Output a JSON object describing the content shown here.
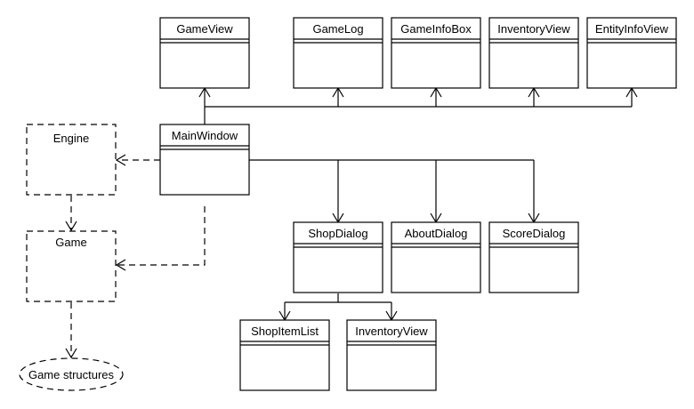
{
  "diagram": {
    "classes": {
      "gameview": "GameView",
      "gamelog": "GameLog",
      "gameinfobox": "GameInfoBox",
      "inventoryview_top": "InventoryView",
      "entityinfoview": "EntityInfoView",
      "mainwindow": "MainWindow",
      "shopdialog": "ShopDialog",
      "aboutdialog": "AboutDialog",
      "scoredialog": "ScoreDialog",
      "shopitemlist": "ShopItemList",
      "inventoryview_bottom": "InventoryView"
    },
    "packages": {
      "engine": "Engine",
      "game": "Game",
      "game_structures": "Game structures"
    }
  }
}
